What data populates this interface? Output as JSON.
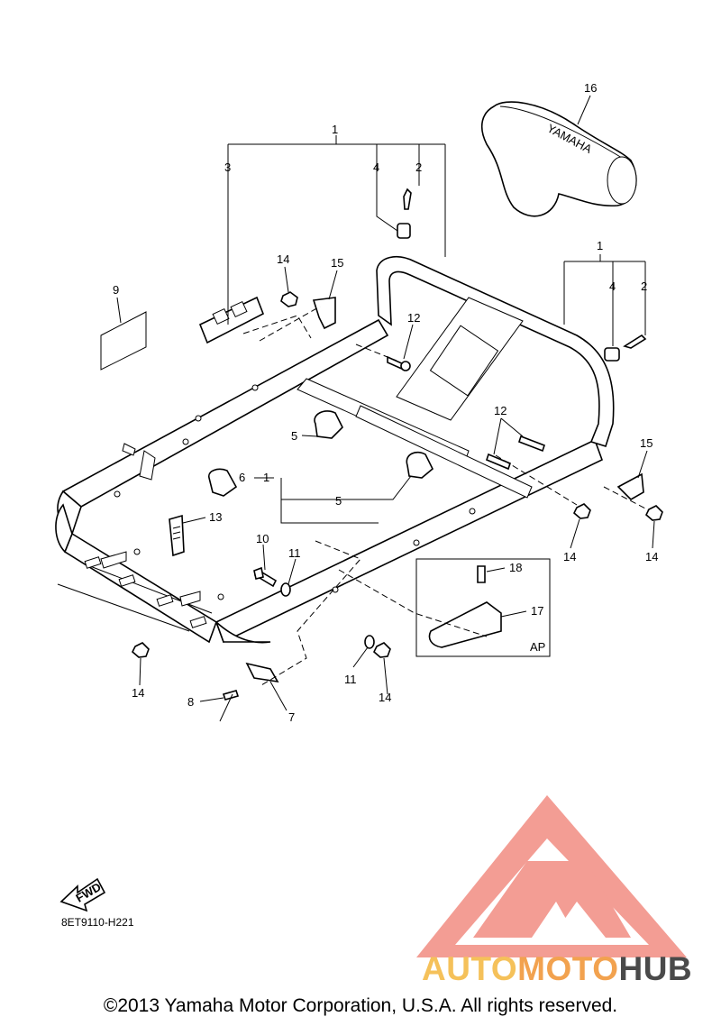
{
  "diagram": {
    "code": "8ET9110-H221",
    "copyright": "©2013 Yamaha Motor Corporation, U.S.A. All rights reserved.",
    "fwd_label": "FWD",
    "hand_grip_brand": "YAMAHA",
    "inset_label": "AP",
    "callouts": {
      "c1_top": "1",
      "c2_top": "2",
      "c3": "3",
      "c4_top": "4",
      "c9": "9",
      "c14_a": "14",
      "c15_a": "15",
      "c12_a": "12",
      "c16": "16",
      "c1_right": "1",
      "c4_right": "4",
      "c2_right": "2",
      "c12_b": "12",
      "c15_b": "15",
      "c14_b": "14",
      "c14_c": "14",
      "c5_a": "5",
      "c6": "6",
      "c1_mid": "1",
      "c5_b": "5",
      "c13": "13",
      "c10": "10",
      "c11_a": "11",
      "c18": "18",
      "c17": "17",
      "c14_d": "14",
      "c11_b": "11",
      "c14_e": "14",
      "c8": "8",
      "c7": "7"
    }
  },
  "watermark": {
    "brand_part1": "AUTO",
    "brand_part2": "MOTO",
    "brand_part3": "HUB",
    "colors": {
      "triangle": "#f28c82",
      "auto": "#f5c15a",
      "moto": "#f2a24f",
      "hub": "#4a4a4a"
    }
  }
}
